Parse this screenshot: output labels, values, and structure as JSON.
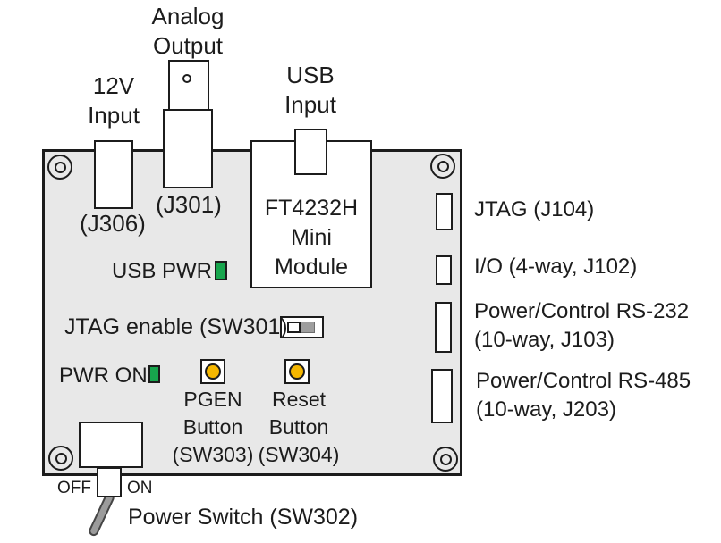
{
  "colors": {
    "board_fill": "#e8e8e8",
    "outline": "#1c1c1c",
    "led_green": "#17a54d",
    "button_yellow": "#f5b700",
    "lever_gray": "#9b9b9b",
    "slider_gray": "#9e9e9e",
    "connector_fill": "#ffffff"
  },
  "top": {
    "analog_output": {
      "lines": [
        "Analog",
        "Output"
      ]
    },
    "v12_input": {
      "lines": [
        "12V",
        "Input"
      ]
    },
    "usb_input": {
      "lines": [
        "USB",
        "Input"
      ]
    },
    "j301_ref": "(J301)",
    "j306_ref": "(J306)"
  },
  "module": {
    "lines": [
      "FT4232H",
      "Mini",
      "Module"
    ]
  },
  "board": {
    "usb_pwr": "USB PWR",
    "jtag_enable": "JTAG enable (SW301)",
    "pwr_on": "PWR ON",
    "pgen": {
      "lines": [
        "PGEN",
        "Button",
        "(SW303)"
      ]
    },
    "reset": {
      "lines": [
        "Reset",
        "Button",
        "(SW304)"
      ]
    }
  },
  "right": {
    "jtag": "JTAG (J104)",
    "io": "I/O (4-way, J102)",
    "rs232": {
      "lines": [
        "Power/Control RS-232",
        "(10-way, J103)"
      ]
    },
    "rs485": {
      "lines": [
        "Power/Control RS-485",
        "(10-way, J203)"
      ]
    }
  },
  "power_switch": {
    "off": "OFF",
    "on": "ON",
    "label": "Power Switch (SW302)"
  }
}
